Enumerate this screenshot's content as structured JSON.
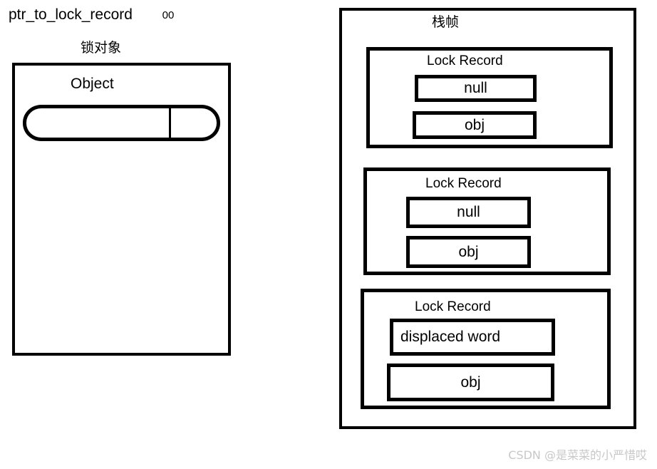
{
  "diagram": {
    "lock_object": {
      "caption": "锁对象",
      "object_label": "Object",
      "mark_word": {
        "pointer_label": "ptr_to_lock_record",
        "flag_bits": "00"
      }
    },
    "stack_frame": {
      "caption": "栈帧",
      "lock_records": [
        {
          "title": "Lock Record",
          "displaced_header": "null",
          "owner": "obj"
        },
        {
          "title": "Lock Record",
          "displaced_header": "null",
          "owner": "obj"
        },
        {
          "title": "Lock Record",
          "displaced_header": "displaced word",
          "owner": "obj"
        }
      ]
    }
  },
  "watermark": {
    "text": "CSDN @是菜菜的小严惜哎",
    "color": "#c8c8c8"
  },
  "colors": {
    "stroke": "#000000",
    "background": "#ffffff"
  }
}
